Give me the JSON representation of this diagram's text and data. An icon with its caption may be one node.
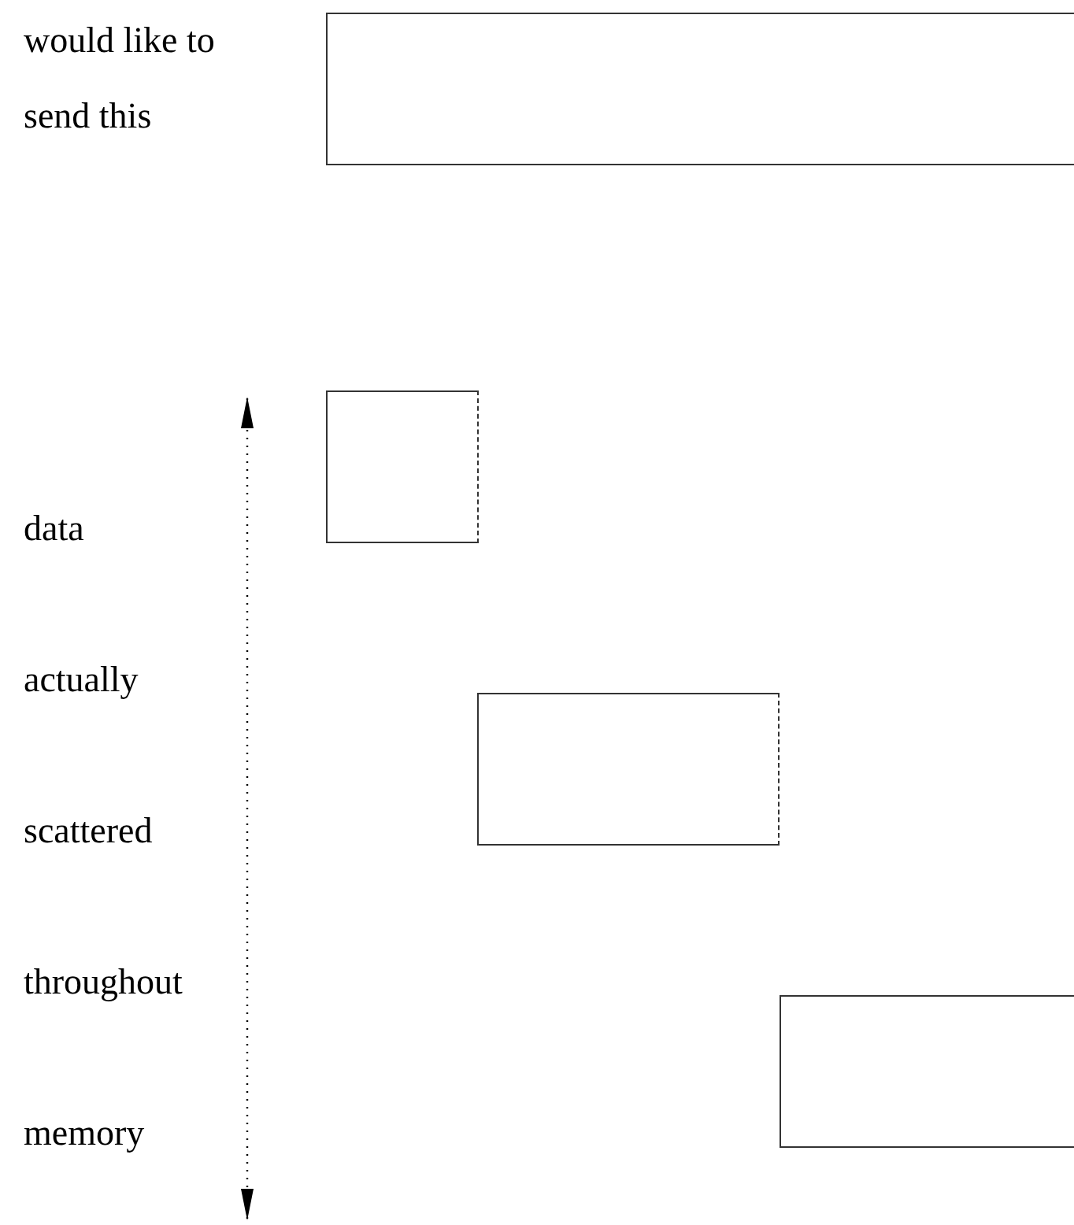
{
  "diagram": {
    "nodes": [
      {
        "text": [],
        "shape": "box"
      },
      {
        "text": [],
        "shape": "box"
      },
      {
        "text": [],
        "shape": "box"
      },
      {
        "text": [],
        "shape": "box"
      }
    ],
    "labels": [
      "would like to send this",
      "data",
      "actually",
      "scattered",
      "throughout",
      "memory"
    ]
  }
}
